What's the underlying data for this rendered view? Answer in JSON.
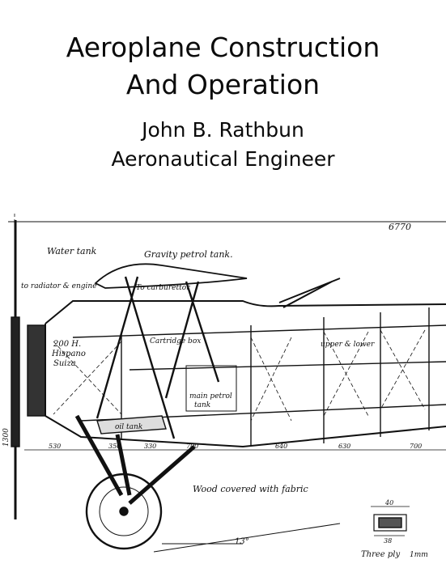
{
  "cover": {
    "title_lines": [
      "Aeroplane Construction",
      "And Operation"
    ],
    "author_lines": [
      "John B. Rathbun",
      "Aeronautical Engineer"
    ]
  },
  "drawing": {
    "labels": {
      "overall_length": "6770",
      "water_tank": "Water tank",
      "gravity_tank": "Gravity petrol tank.",
      "radiator_engine": "to radiator & engine",
      "to_carburettor": "To carburettor",
      "engine_line1": "200 H.",
      "engine_line2": "Hispano",
      "engine_line3": "Suiza",
      "cartridge_box": "Cartridge box",
      "upper_lower": "upper & lower",
      "main_petrol_line1": "main petrol",
      "main_petrol_line2": "tank",
      "oil_tank": "oil tank",
      "height": "1300",
      "wood_fabric": "Wood covered with fabric",
      "angle": "13°",
      "three_ply": "Three ply",
      "mm": "1mm",
      "d40": "40",
      "d38": "38",
      "spacing_values": [
        "530",
        "350",
        "330",
        "700",
        "640",
        "630",
        "700"
      ]
    },
    "colors": {
      "ink": "#111111",
      "paper": "#ffffff"
    }
  }
}
